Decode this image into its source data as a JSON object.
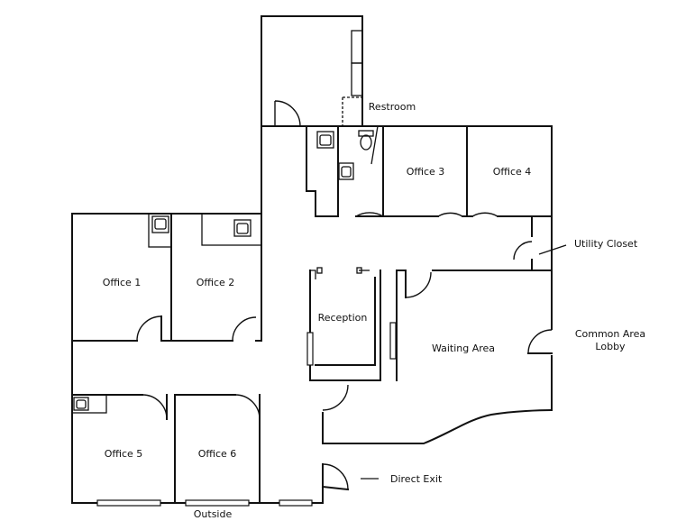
{
  "labels": {
    "office_1": "Office 1",
    "office_2": "Office 2",
    "office_3": "Office 3",
    "office_4": "Office 4",
    "office_5": "Office 5",
    "office_6": "Office 6",
    "reception": "Reception",
    "waiting_area": "Waiting Area",
    "restroom": "Restroom",
    "utility_closet": "Utility Closet",
    "common_area_line1": "Common Area",
    "common_area_line2": "Lobby",
    "direct_exit": "Direct Exit",
    "outside": "Outside"
  }
}
